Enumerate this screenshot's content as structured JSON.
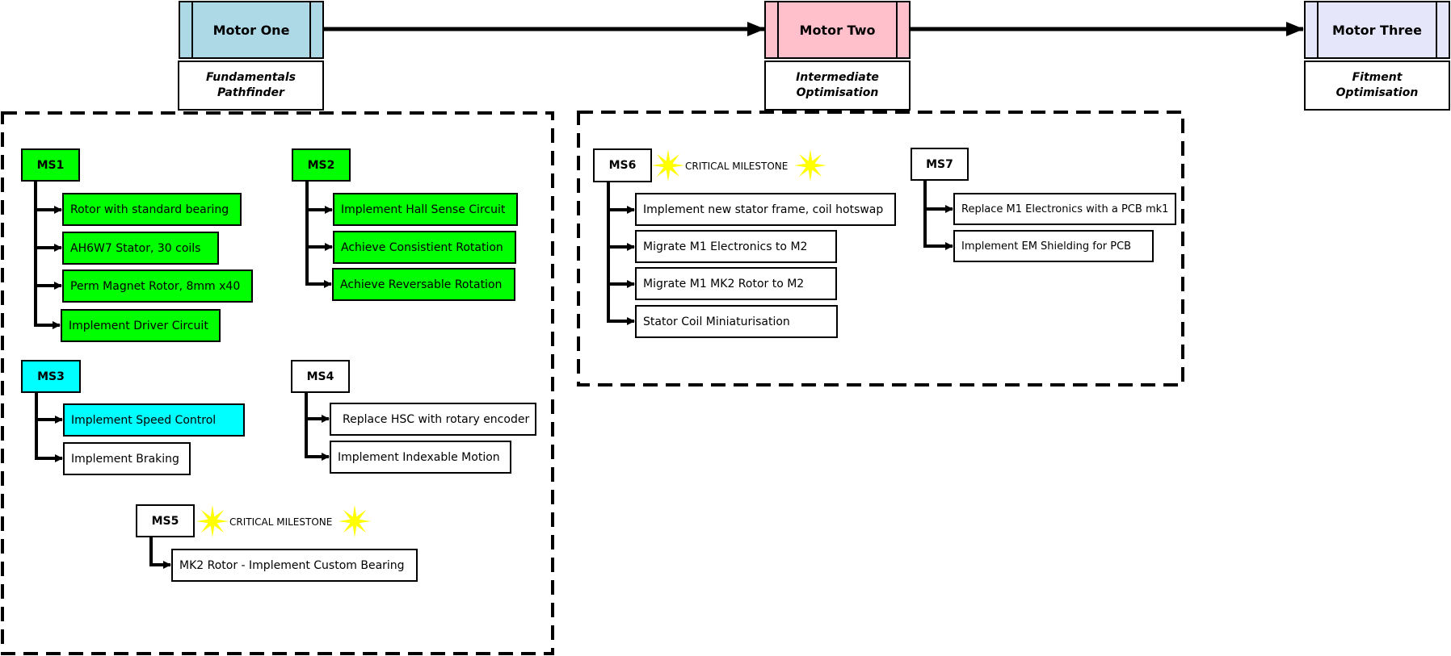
{
  "colors": {
    "motor_one": "#add8e6",
    "motor_two": "#ffc0cb",
    "motor_three": "#e6e6fa",
    "complete": "#00ff00",
    "in_progress": "#00ffff",
    "pending": "#ffffff",
    "critical_star": "#ffff00"
  },
  "motors": [
    {
      "label": "Motor One",
      "phase": [
        "Fundamentals",
        "Pathfinder"
      ]
    },
    {
      "label": "Motor Two",
      "phase": [
        "Intermediate",
        "Optimisation"
      ]
    },
    {
      "label": "Motor Three",
      "phase": [
        "Fitment",
        "Optimisation"
      ]
    }
  ],
  "critical_label": "CRITICAL MILESTONE",
  "milestones": {
    "ms1": {
      "label": "MS1",
      "tasks": [
        "Rotor with standard bearing",
        "AH6W7 Stator, 30 coils",
        "Perm Magnet Rotor, 8mm x40",
        "Implement Driver Circuit"
      ]
    },
    "ms2": {
      "label": "MS2",
      "tasks": [
        "Implement Hall Sense Circuit",
        "Achieve Consistient Rotation",
        "Achieve Reversable Rotation"
      ]
    },
    "ms3": {
      "label": "MS3",
      "tasks": [
        "Implement Speed Control",
        "Implement Braking"
      ]
    },
    "ms4": {
      "label": "MS4",
      "tasks": [
        "Replace HSC with rotary encoder",
        "Implement Indexable Motion"
      ]
    },
    "ms5": {
      "label": "MS5",
      "tasks": [
        "MK2 Rotor - Implement Custom Bearing"
      ]
    },
    "ms6": {
      "label": "MS6",
      "tasks": [
        "Implement new stator frame, coil hotswap",
        "Migrate M1 Electronics to M2",
        "Migrate M1 MK2 Rotor to M2",
        "Stator Coil Miniaturisation"
      ]
    },
    "ms7": {
      "label": "MS7",
      "tasks": [
        "Replace M1 Electronics with a PCB mk1",
        "Implement EM Shielding for PCB"
      ]
    }
  }
}
